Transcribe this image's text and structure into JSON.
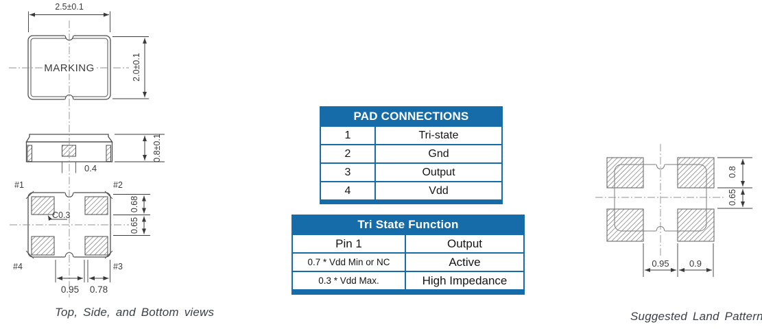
{
  "colors": {
    "accent_blue": "#166CA8",
    "drawing_line": "#4d4d4d",
    "dim_text": "#3a3a3a"
  },
  "views": {
    "caption": "Top, Side, and Bottom views",
    "top": {
      "marking": "MARKING",
      "dim_width": "2.5±0.1",
      "dim_height": "2.0±0.1"
    },
    "side": {
      "dim_height": "0.8±0.1",
      "dim_center": "0.4"
    },
    "bottom": {
      "pad_labels": [
        "#1",
        "#2",
        "#3",
        "#4"
      ],
      "chamfer_note": "C0.3",
      "dim_edge_to_pad": "0.68",
      "dim_pad_gap": "0.65",
      "dim_bottom_left": "0.95",
      "dim_bottom_right": "0.78"
    }
  },
  "pad_connections": {
    "title": "PAD CONNECTIONS",
    "rows": [
      [
        "1",
        "Tri-state"
      ],
      [
        "2",
        "Gnd"
      ],
      [
        "3",
        "Output"
      ],
      [
        "4",
        "Vdd"
      ]
    ]
  },
  "tri_state": {
    "title": "Tri State Function",
    "rows": [
      [
        "Pin 1",
        "Output"
      ],
      [
        "0.7 * Vdd Min or NC",
        "Active"
      ],
      [
        "0.3 * Vdd Max.",
        "High Impedance"
      ]
    ]
  },
  "land_pattern": {
    "caption": "Suggested Land Pattern",
    "dim_pad_height": "0.8",
    "dim_vertical_gap": "0.65",
    "dim_horizontal_gap": "0.95",
    "dim_pad_width": "0.9"
  }
}
